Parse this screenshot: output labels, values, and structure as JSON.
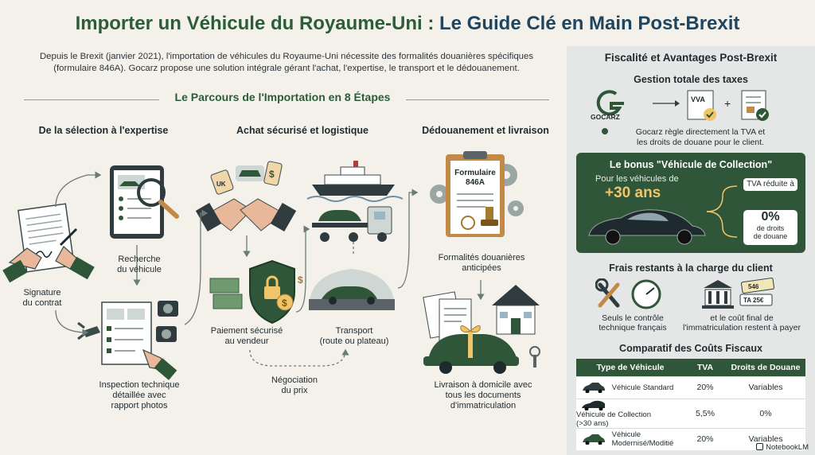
{
  "title": {
    "part1": "Importer un Véhicule du Royaume-Uni : ",
    "part2": "Le Guide Clé en Main Post-Brexit"
  },
  "intro": {
    "line1": "Depuis le Brexit (janvier 2021), l'importation de véhicules du Royaume-Uni nécessite des formalités douanières spécifiques",
    "line2": "(formulaire 846A). Gocarz propose une solution intégrale gérant l'achat, l'expertise, le transport et le dédouanement."
  },
  "process": {
    "title": "Le Parcours de l'Importation en 8 Étapes",
    "columns": [
      {
        "heading": "De la sélection à l'expertise"
      },
      {
        "heading": "Achat sécurisé et logistique"
      },
      {
        "heading": "Dédouanement et livraison"
      }
    ],
    "steps": {
      "signature": {
        "l1": "Signature",
        "l2": "du contrat"
      },
      "search": {
        "l1": "Recherche",
        "l2": "du véhicule"
      },
      "inspection": {
        "l1": "Inspection technique",
        "l2": "détaillée avec",
        "l3": "rapport photos"
      },
      "payment": {
        "l1": "Paiement sécurisé",
        "l2": "au vendeur"
      },
      "negotiation": {
        "l1": "Négociation",
        "l2": "du prix"
      },
      "transport": {
        "l1": "Transport",
        "l2": "(route ou plateau)"
      },
      "formalities": {
        "l1": "Formalités douanières",
        "l2": "anticipées"
      },
      "delivery": {
        "l1": "Livraison à domicile avec",
        "l2": "tous les documents",
        "l3": "d'immatriculation"
      }
    },
    "form_label": {
      "l1": "Formulaire",
      "l2": "846A"
    },
    "tag_uk": "UK"
  },
  "sidebar": {
    "title": "Fiscalité et Avantages Post-Brexit",
    "taxes": {
      "heading": "Gestion totale des taxes",
      "logo": "GOCARZ",
      "doc_label": "VVA",
      "plus": "+",
      "desc_l1": "Gocarz règle directement la TVA et",
      "desc_l2": "les droits de douane pour le client."
    },
    "collection": {
      "heading": "Le bonus \"Véhicule de Collection\"",
      "cond": "Pour les véhicules de",
      "age": "+30 ans",
      "tva_pill": "TVA réduite à",
      "zero": "0%",
      "zero_l1": "de droits",
      "zero_l2": "de douane"
    },
    "fees": {
      "heading": "Frais restants à la charge du client",
      "left_l1": "Seuls le contrôle",
      "left_l2": "technique français",
      "right_l1": "et le coût final de",
      "right_l2": "l'immatriculation restent à payer",
      "plate1": "546",
      "plate2": "TA 25€"
    },
    "comparison": {
      "heading": "Comparatif des Coûts Fiscaux",
      "headers": [
        "Type de Véhicule",
        "TVA",
        "Droits de Douane"
      ],
      "rows": [
        {
          "vehicle_l1": "Véhicule Standard",
          "vehicle_l2": "",
          "tva": "20%",
          "duty": "Variables"
        },
        {
          "vehicle_l1": "Véhicule de Collection",
          "vehicle_l2": "(>30 ans)",
          "tva": "5,5%",
          "duty": "0%"
        },
        {
          "vehicle_l1": "Véhicule",
          "vehicle_l2": "Modernisé/Moditié",
          "tva": "20%",
          "duty": "Variables"
        }
      ]
    }
  },
  "footer": "NotebookLM",
  "colors": {
    "green": "#2f5638",
    "title_green": "#2d5c3a",
    "title_blue": "#1f4560",
    "accent_gold": "#f0c56a"
  }
}
